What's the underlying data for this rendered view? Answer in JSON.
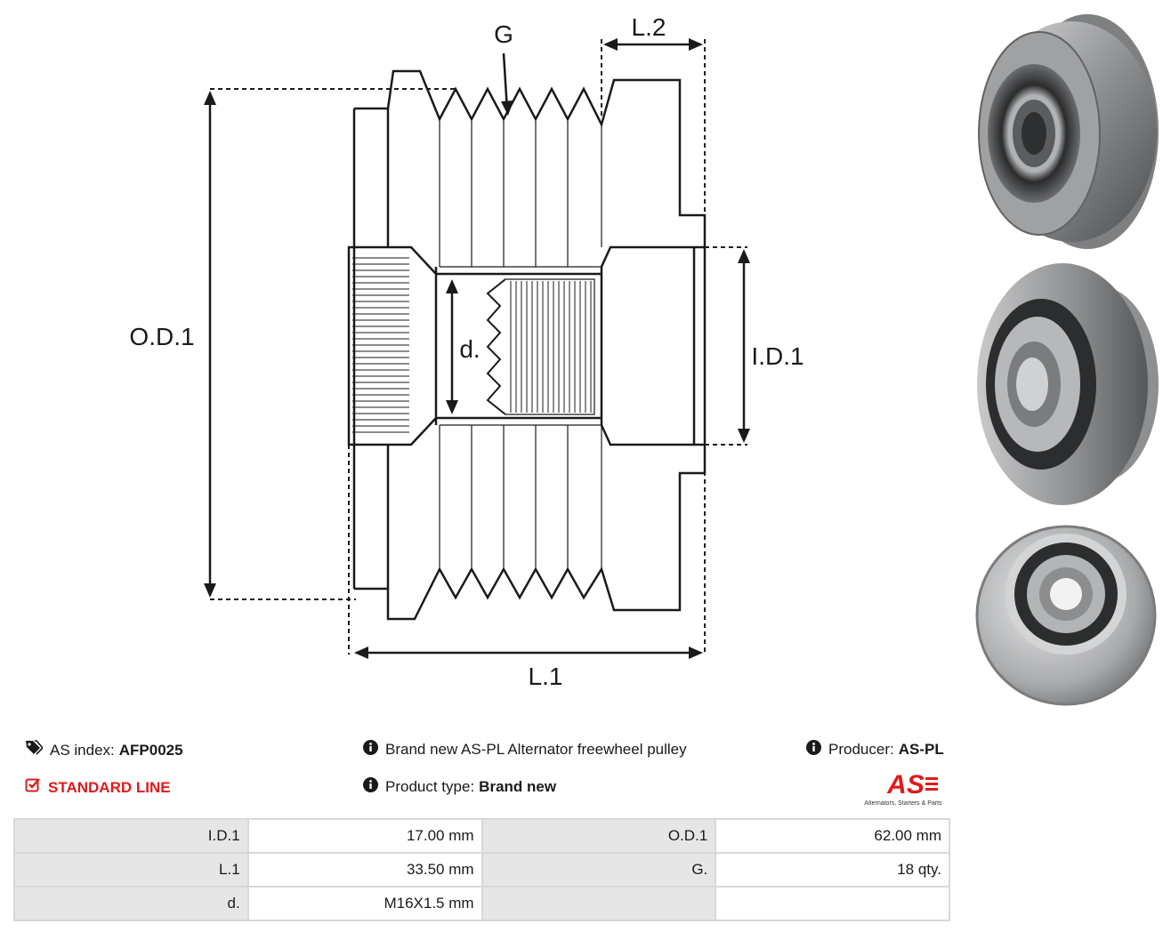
{
  "drawing": {
    "labels": {
      "g": "G",
      "l2": "L.2",
      "od1": "O.D.1",
      "id1": "I.D.1",
      "d": "d.",
      "l1": "L.1"
    }
  },
  "photos": [
    "pulley-photo-side",
    "pulley-photo-front",
    "pulley-photo-rear"
  ],
  "info": {
    "as_index_label": "AS index:",
    "as_index_value": "AFP0025",
    "line": "STANDARD LINE",
    "description": "Brand new AS-PL Alternator freewheel pulley",
    "product_type_label": "Product type:",
    "product_type_value": "Brand new",
    "producer_label": "Producer:",
    "producer_value": "AS-PL"
  },
  "logo": {
    "mark": "AS",
    "tagline": "Alternators, Starters & Parts"
  },
  "specs": {
    "rows": [
      {
        "l1": "I.D.1",
        "v1": "17.00 mm",
        "l2": "O.D.1",
        "v2": "62.00 mm"
      },
      {
        "l1": "L.1",
        "v1": "33.50 mm",
        "l2": "G.",
        "v2": "18 qty."
      },
      {
        "l1": "d.",
        "v1": "M16X1.5 mm",
        "l2": "",
        "v2": ""
      }
    ]
  },
  "colors": {
    "accent_red": "#e01a1a",
    "label_cell": "#e6e6e6",
    "border": "#d8d8d8"
  },
  "icons": [
    "tags-icon",
    "checkbox-icon",
    "info-icon"
  ]
}
